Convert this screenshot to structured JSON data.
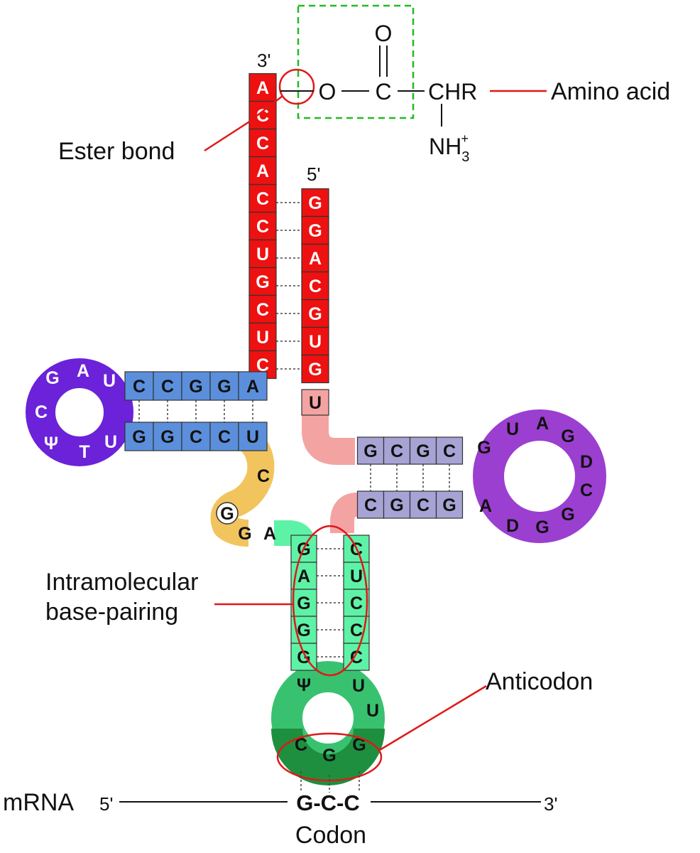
{
  "acceptor_3prime": [
    "A",
    "C",
    "C",
    "A",
    "C",
    "C",
    "U",
    "G",
    "C",
    "U",
    "C"
  ],
  "acceptor_5prime": [
    "G",
    "G",
    "A",
    "C",
    "G",
    "U",
    "G"
  ],
  "acceptor_5prime_extra": "U",
  "d_arm_top": [
    "C",
    "C",
    "G",
    "G",
    "A"
  ],
  "d_arm_bottom": [
    "G",
    "G",
    "C",
    "C",
    "U"
  ],
  "d_loop": [
    "U",
    "A",
    "G",
    "C",
    "Ψ",
    "T",
    "U"
  ],
  "variable_loop": [
    "C",
    "G",
    "G",
    "A"
  ],
  "t_arm_top": [
    "G",
    "C",
    "G",
    "C"
  ],
  "t_arm_bottom": [
    "C",
    "G",
    "C",
    "G"
  ],
  "t_loop": [
    "G",
    "U",
    "A",
    "G",
    "D",
    "C",
    "G",
    "G",
    "D",
    "A"
  ],
  "anticodon_stem_left": [
    "G",
    "A",
    "G",
    "G",
    "G"
  ],
  "anticodon_stem_right": [
    "C",
    "U",
    "C",
    "C",
    "C"
  ],
  "anticodon_loop_extra_left": "Ψ",
  "anticodon_loop_extra_right": [
    "U",
    "U"
  ],
  "anticodon": [
    "C",
    "G",
    "G"
  ],
  "labels": {
    "three_prime": "3'",
    "five_prime": "5'",
    "amino_acid": "Amino acid",
    "ester_bond": "Ester bond",
    "intramolecular_1": "Intramolecular",
    "intramolecular_2": "base-pairing",
    "anticodon": "Anticodon",
    "mrna": "mRNA",
    "mrna_5": "5'",
    "mrna_3": "3'",
    "codon": "Codon",
    "codon_seq": "G-C-C"
  },
  "chem": {
    "o_double": "O",
    "o_link": "O",
    "c": "C",
    "chr": "CHR",
    "nh3": "NH",
    "nh3_sub": "3",
    "nh3_sup": "+"
  },
  "colors": {
    "acceptor": "#ee1111",
    "acceptor_pink": "#f4a3a3",
    "d_stem": "#5b8fdc",
    "d_loop": "#6b22d8",
    "variable": "#f2c45e",
    "t_stem": "#a7a3d4",
    "t_loop": "#9b3fd0",
    "ac_stem": "#5ef2a6",
    "ac_loop": "#38c270",
    "anticodon": "#1e8f3e",
    "annotation": "#e01818",
    "box": "#22bb22"
  }
}
